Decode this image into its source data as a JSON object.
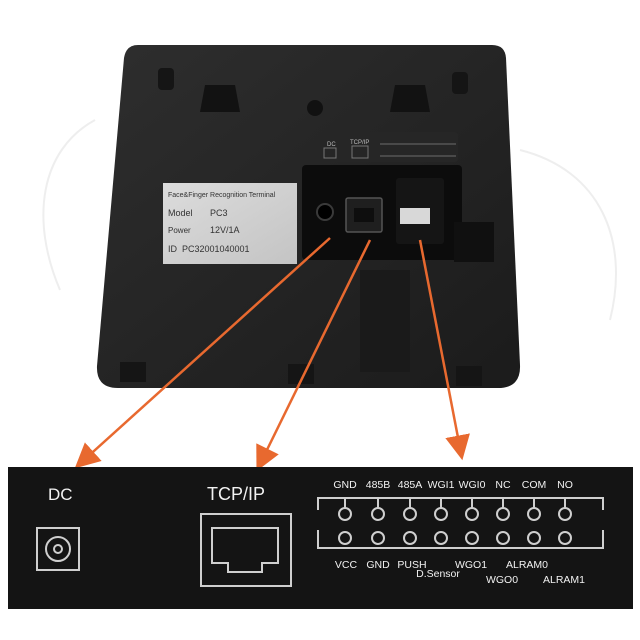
{
  "sticker": {
    "title": "Face&Finger Recognition Terminal",
    "model_label": "Model",
    "model_value": "PC3",
    "power_label": "Power",
    "power_value": "12V/1A",
    "id_label": "ID",
    "id_value": "PC32001040001"
  },
  "device_ports": {
    "dc": "DC",
    "tcp": "TCP/IP"
  },
  "panel": {
    "dc_label": "DC",
    "tcp_label": "TCP/IP",
    "top_pins": [
      "GND",
      "485B",
      "485A",
      "WGI1",
      "WGI0",
      "NC",
      "COM",
      "NO"
    ],
    "bottom_row1": [
      "VCC",
      "GND",
      "PUSH",
      "WGO1",
      "ALRAM0"
    ],
    "bottom_row2": [
      "D.Sensor",
      "WGO0",
      "ALRAM1"
    ]
  },
  "colors": {
    "arrow": "#e8692f",
    "panel_bg": "#141414",
    "device_body": "#232323"
  }
}
